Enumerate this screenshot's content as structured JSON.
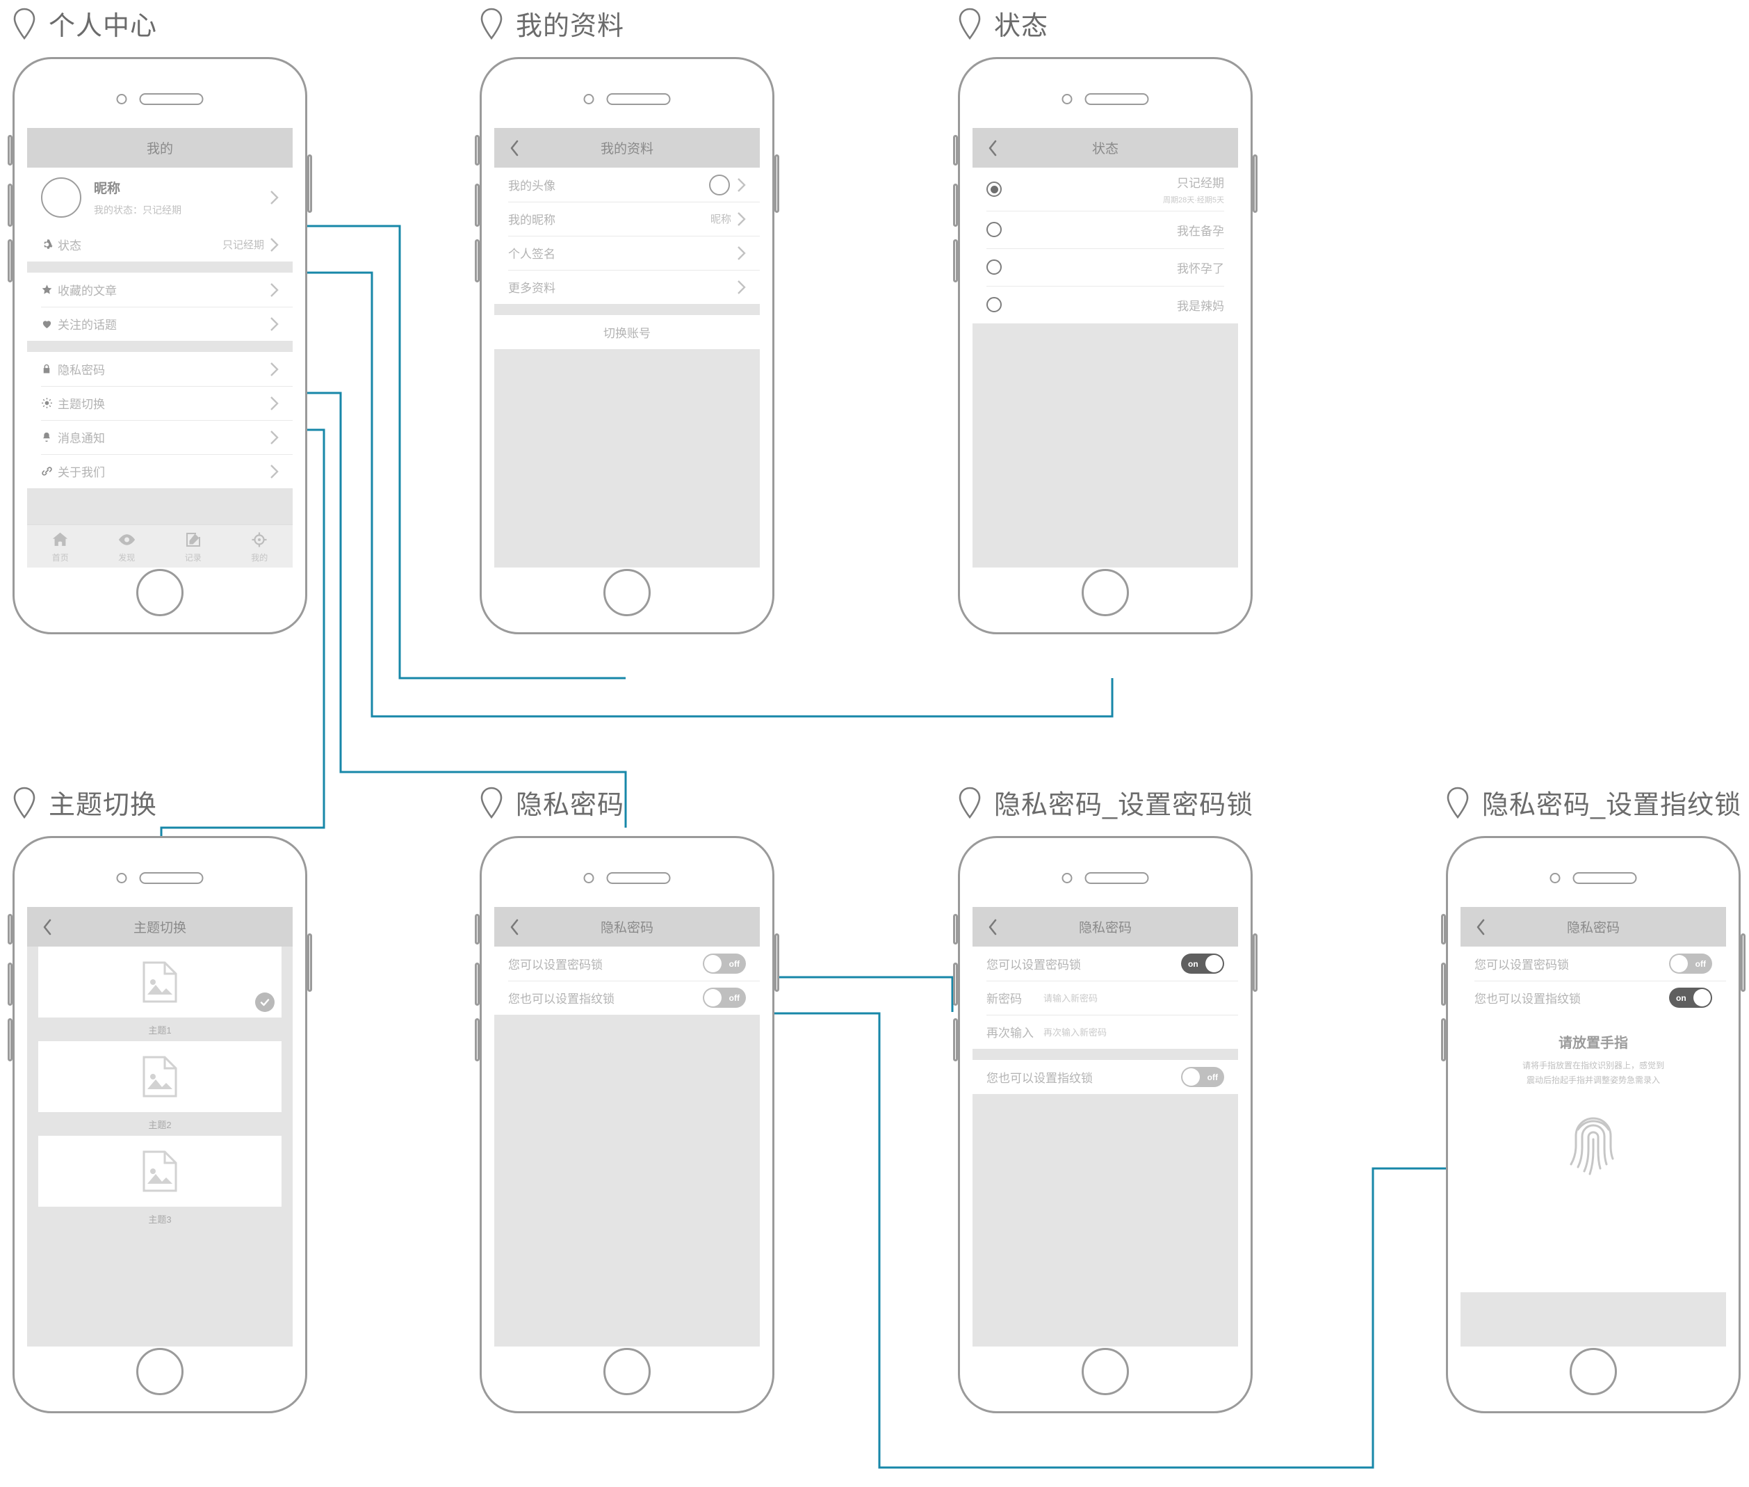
{
  "accent_color": "#1787a8",
  "frame_color": "#9a9a9a",
  "screens": [
    {
      "id": "personal-center",
      "label": "个人中心",
      "navbar": {
        "title": "我的",
        "has_back": false
      },
      "profile": {
        "name": "昵称",
        "subtitle": "我的状态：只记经期"
      },
      "menu": [
        {
          "icon": "gear-icon",
          "label": "状态",
          "value": "只记经期"
        },
        {
          "icon": "star-icon",
          "label": "收藏的文章",
          "value": ""
        },
        {
          "icon": "heart-icon",
          "label": "关注的话题",
          "value": ""
        },
        {
          "icon": "lock-icon",
          "label": "隐私密码",
          "value": ""
        },
        {
          "icon": "sun-icon",
          "label": "主题切换",
          "value": ""
        },
        {
          "icon": "bell-icon",
          "label": "消息通知",
          "value": ""
        },
        {
          "icon": "link-icon",
          "label": "关于我们",
          "value": ""
        }
      ],
      "tabs": [
        {
          "icon": "home-icon",
          "label": "首页"
        },
        {
          "icon": "eye-icon",
          "label": "发现"
        },
        {
          "icon": "edit-icon",
          "label": "记录"
        },
        {
          "icon": "target-icon",
          "label": "我的"
        }
      ]
    },
    {
      "id": "my-profile",
      "label": "我的资料",
      "navbar": {
        "title": "我的资料",
        "has_back": true
      },
      "rows": [
        {
          "label": "我的头像",
          "value": "",
          "avatar": true
        },
        {
          "label": "我的昵称",
          "value": "昵称",
          "avatar": false
        },
        {
          "label": "个人签名",
          "value": "",
          "avatar": false
        },
        {
          "label": "更多资料",
          "value": "",
          "avatar": false
        }
      ],
      "switch_account": "切换账号"
    },
    {
      "id": "status",
      "label": "状态",
      "navbar": {
        "title": "状态",
        "has_back": true
      },
      "options": [
        {
          "title": "只记经期",
          "sub": "周期28天·经期5天",
          "selected": true
        },
        {
          "title": "我在备孕",
          "sub": "",
          "selected": false
        },
        {
          "title": "我怀孕了",
          "sub": "",
          "selected": false
        },
        {
          "title": "我是辣妈",
          "sub": "",
          "selected": false
        }
      ]
    },
    {
      "id": "theme-switch",
      "label": "主题切换",
      "navbar": {
        "title": "主题切换",
        "has_back": true
      },
      "themes": [
        {
          "name": "主题1",
          "selected": true
        },
        {
          "name": "主题2",
          "selected": false
        },
        {
          "name": "主题3",
          "selected": false
        }
      ]
    },
    {
      "id": "privacy-password",
      "label": "隐私密码",
      "navbar": {
        "title": "隐私密码",
        "has_back": true
      },
      "password_lock": {
        "label": "您可以设置密码锁",
        "state": "off"
      },
      "fingerprint_lock": {
        "label": "您也可以设置指纹锁",
        "state": "off"
      }
    },
    {
      "id": "privacy-password-set-password",
      "label": "隐私密码_设置密码锁",
      "navbar": {
        "title": "隐私密码",
        "has_back": true
      },
      "password_lock": {
        "label": "您可以设置密码锁",
        "state": "on"
      },
      "fields": [
        {
          "key": "新密码",
          "placeholder": "请输入新密码"
        },
        {
          "key": "再次输入",
          "placeholder": "再次输入新密码"
        }
      ],
      "fingerprint_lock": {
        "label": "您也可以设置指纹锁",
        "state": "off"
      }
    },
    {
      "id": "privacy-password-set-fingerprint",
      "label": "隐私密码_设置指纹锁",
      "navbar": {
        "title": "隐私密码",
        "has_back": true
      },
      "password_lock": {
        "label": "您可以设置密码锁",
        "state": "off"
      },
      "fingerprint_lock": {
        "label": "您也可以设置指纹锁",
        "state": "on"
      },
      "fingerprint_panel": {
        "title": "请放置手指",
        "desc_line1": "请将手指放置在指纹识别器上，感觉到",
        "desc_line2": "震动后抬起手指并调整姿势急需录入"
      }
    }
  ],
  "toggle_labels": {
    "on": "on",
    "off": "off"
  }
}
